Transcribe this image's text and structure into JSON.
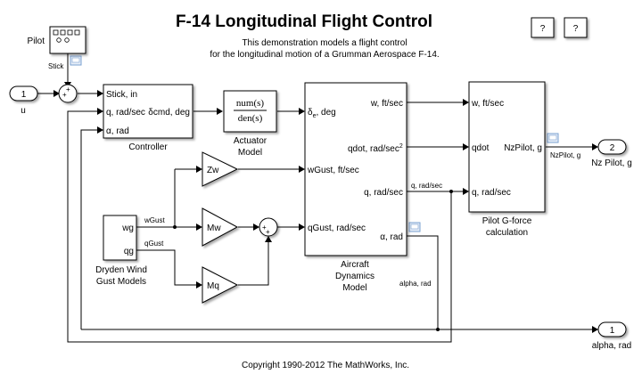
{
  "title": "F-14 Longitudinal Flight Control",
  "description": [
    "This demonstration models a flight control",
    "for the longitudinal motion of a Grumman Aerospace F-14."
  ],
  "help_buttons": [
    "?",
    "?"
  ],
  "copyright": "Copyright 1990-2012 The MathWorks, Inc.",
  "blocks": {
    "pilot": {
      "label": "Pilot",
      "signal": "Stick"
    },
    "inport_u": {
      "number": "1",
      "label": "u"
    },
    "controller": {
      "label": "Controller",
      "inputs": [
        "Stick, in",
        "q, rad/sec",
        "α, rad"
      ],
      "output": "δcmd, deg"
    },
    "actuator": {
      "num": "num(s)",
      "den": "den(s)",
      "label": [
        "Actuator",
        "Model"
      ]
    },
    "aircraft": {
      "label": [
        "Aircraft",
        "Dynamics",
        "Model"
      ],
      "input_delta": "δ",
      "input_delta_sub": "e",
      "input_delta_rest": ", deg",
      "inputs": [
        "wGust, ft/sec",
        "qGust, rad/sec"
      ],
      "outputs": [
        "w, ft/sec",
        "qdot, rad/sec",
        "q, rad/sec",
        "α, rad"
      ],
      "qdot_sup": "2"
    },
    "pilot_gforce": {
      "label": [
        "Pilot G-force",
        "calculation"
      ],
      "inputs": [
        "w, ft/sec",
        "qdot",
        "q, rad/sec"
      ],
      "output": "NzPilot, g"
    },
    "dryden": {
      "label": [
        "Dryden Wind",
        "Gust Models"
      ],
      "outputs": [
        "wg",
        "qg"
      ]
    },
    "gains": {
      "zw": "Zw",
      "mw": "Mw",
      "mq": "Mq"
    },
    "outport_nz": {
      "number": "2",
      "label": "Nz Pilot, g"
    },
    "outport_alpha": {
      "number": "1",
      "label": "alpha, rad"
    }
  },
  "signals": {
    "wgust": "wGust",
    "qgust": "qGust",
    "q": "q, rad/sec",
    "alpha": "alpha, rad",
    "nzpilot": "NzPilot, g"
  }
}
